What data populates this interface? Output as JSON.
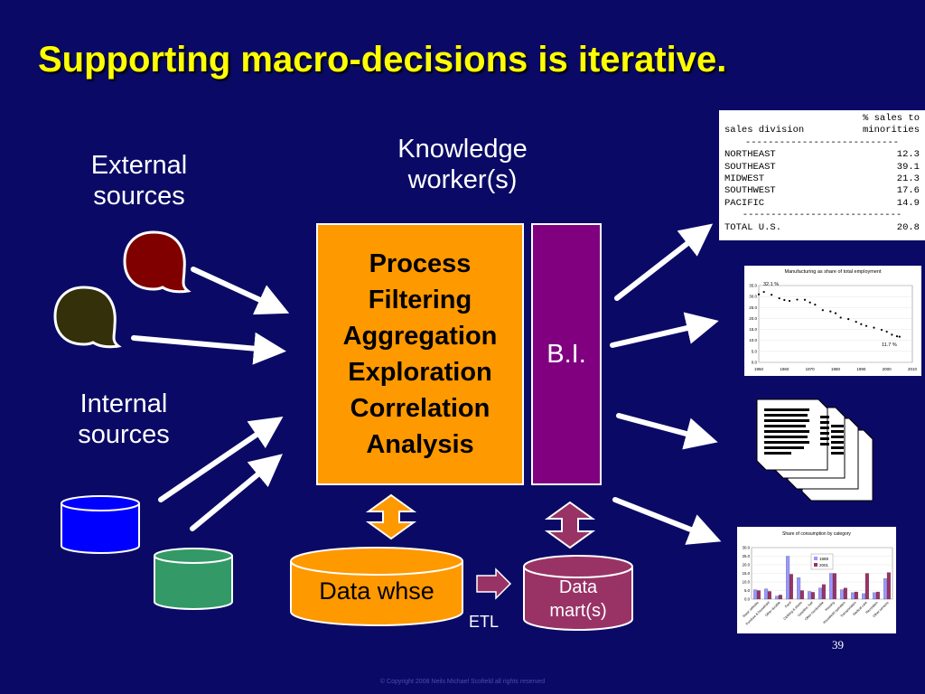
{
  "title": "Supporting macro-decisions is iterative.",
  "labels": {
    "external_sources": [
      "External",
      "sources"
    ],
    "internal_sources": [
      "Internal",
      "sources"
    ],
    "knowledge_workers": [
      "Knowledge",
      "worker(s)"
    ],
    "bi": "B.I.",
    "data_whse": "Data whse",
    "data_marts": [
      "Data",
      "mart(s)"
    ],
    "etl": "ETL"
  },
  "process_items": [
    "Process",
    "Filtering",
    "Aggregation",
    "Exploration",
    "Correlation",
    "Analysis"
  ],
  "report": {
    "header1": "% sales to",
    "header2_left": "sales division",
    "header2_right": "minorities",
    "divider": "---------------------------",
    "rows": [
      {
        "region": "NORTHEAST",
        "value": "12.3"
      },
      {
        "region": "SOUTHEAST",
        "value": "39.1"
      },
      {
        "region": "MIDWEST",
        "value": "21.3"
      },
      {
        "region": "SOUTHWEST",
        "value": "17.6"
      },
      {
        "region": "PACIFIC",
        "value": "14.9"
      }
    ],
    "divider2": "----------------------------",
    "total_label": "TOTAL U.S.",
    "total_value": "20.8"
  },
  "line_chart": {
    "title": "Manufacturing as share of total employment",
    "start_label": "32.1 %",
    "end_label": "11.7 %",
    "x_ticks": [
      "1950",
      "1960",
      "1970",
      "1980",
      "1990",
      "2000",
      "2010"
    ],
    "y_ticks": [
      "35.0",
      "30.0",
      "25.0",
      "20.0",
      "15.0",
      "10.0",
      "5.0",
      "0.0"
    ],
    "ylim": [
      0,
      35
    ],
    "xlim": [
      1950,
      2010
    ],
    "points": [
      [
        1950,
        31
      ],
      [
        1952,
        32.1
      ],
      [
        1955,
        30.8
      ],
      [
        1958,
        29.2
      ],
      [
        1960,
        28.4
      ],
      [
        1962,
        28
      ],
      [
        1965,
        28.6
      ],
      [
        1968,
        28.5
      ],
      [
        1970,
        27.3
      ],
      [
        1972,
        26.3
      ],
      [
        1975,
        23.8
      ],
      [
        1978,
        23.2
      ],
      [
        1980,
        22.4
      ],
      [
        1982,
        20.4
      ],
      [
        1985,
        19.7
      ],
      [
        1988,
        18.5
      ],
      [
        1990,
        17.4
      ],
      [
        1992,
        16.6
      ],
      [
        1995,
        15.8
      ],
      [
        1998,
        14.8
      ],
      [
        2000,
        14
      ],
      [
        2002,
        12.6
      ],
      [
        2004,
        11.9
      ],
      [
        2005,
        11.7
      ]
    ]
  },
  "bar_chart": {
    "title": "Share of consumption by category",
    "series_names": [
      "1989",
      "2001"
    ],
    "colors": [
      "#9999ff",
      "#993366"
    ],
    "y_ticks": [
      "30.0",
      "25.0",
      "20.0",
      "15.0",
      "10.0",
      "5.0",
      "0.0"
    ],
    "ylim": [
      0,
      30
    ],
    "categories": [
      "Motor vehicles",
      "Furniture & household",
      "Other durable",
      "Food",
      "Clothing & shoes",
      "Gasoline, fuel",
      "Other nondurable",
      "Housing",
      "Household operation",
      "Transportation",
      "Medical care",
      "Recreation",
      "Other services"
    ],
    "series": [
      {
        "name": "1989",
        "values": [
          5.5,
          6,
          1.8,
          25,
          12.5,
          4.5,
          6.5,
          15,
          5.5,
          3.8,
          3.2,
          3.8,
          12
        ]
      },
      {
        "name": "2001",
        "values": [
          5,
          4.5,
          2.4,
          14.5,
          5,
          4,
          8.5,
          15,
          6.5,
          4.2,
          15,
          4.2,
          15.5
        ]
      }
    ]
  },
  "page_number": "39",
  "copyright": "© Copyright 2008 Neils Michael Scofield  all rights reserved"
}
